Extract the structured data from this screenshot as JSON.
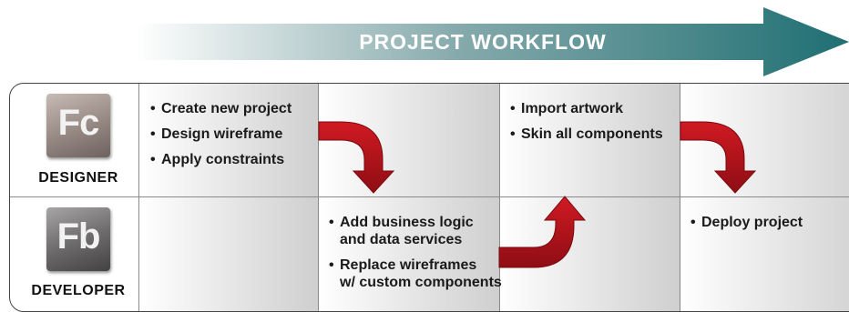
{
  "header": {
    "title": "PROJECT WORKFLOW"
  },
  "roles": [
    {
      "icon_text": "Fc",
      "label": "DESIGNER"
    },
    {
      "icon_text": "Fb",
      "label": "DEVELOPER"
    }
  ],
  "designer_tasks": {
    "stage1": [
      "Create new project",
      "Design wireframe",
      "Apply constraints"
    ],
    "stage3": [
      "Import artwork",
      "Skin all components"
    ]
  },
  "developer_tasks": {
    "stage2": [
      [
        "Add business logic",
        "and data services"
      ],
      [
        "Replace wireframes",
        "w/ custom components"
      ]
    ],
    "stage4": [
      "Deploy project"
    ]
  },
  "colors": {
    "header_teal": "#1f6f73",
    "flow_arrow_red": "#b3121b"
  }
}
